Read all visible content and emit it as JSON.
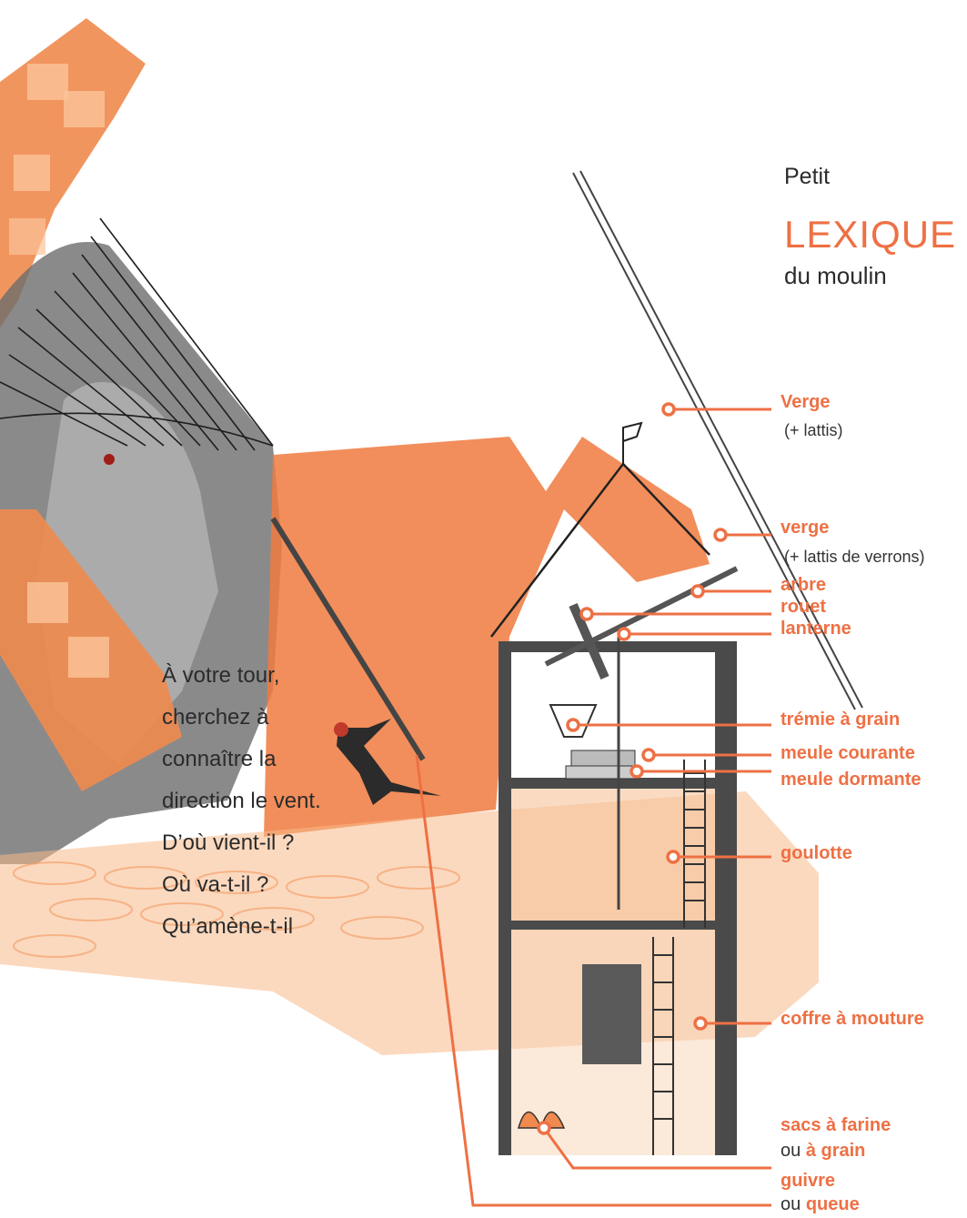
{
  "colors": {
    "accent": "#ee7044",
    "ink": "#2b2b2b",
    "dark_wash": "#4a4a4a"
  },
  "title": {
    "petit": "Petit",
    "lexique": "LEXIQUE",
    "du_moulin": "du moulin"
  },
  "labels": {
    "verge1": "Verge",
    "verge1_note": "(+ lattis)",
    "verge2": "verge",
    "verge2_note": "(+ lattis de verrons)",
    "arbre": "arbre",
    "rouet": "rouet",
    "lanterne": "lanterne",
    "tremie": "trémie à grain",
    "meule_courante": "meule courante",
    "meule_dormante": "meule dormante",
    "goulotte": "goulotte",
    "coffre": "coffre à mouture",
    "sacs": "sacs à farine",
    "sacs_ou": "ou",
    "sacs_alt": "à grain",
    "guivre": "guivre",
    "guivre_ou": "ou",
    "guivre_alt": "queue"
  },
  "prompt_lines": [
    "À votre tour,",
    "cherchez à",
    "connaître la",
    "direction le vent.",
    "D’où vient-il ?",
    "Où va-t-il ?",
    "Qu’amène-t-il"
  ]
}
